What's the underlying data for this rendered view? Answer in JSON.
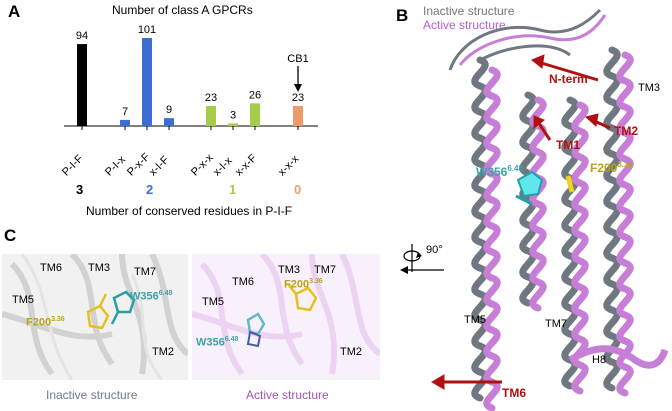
{
  "panels": {
    "a": {
      "letter": "A",
      "title": "Number of class A GPCRs",
      "xlabel": "Number of conserved residues in P-I-F",
      "cb1_label": "CB1",
      "group_labels": [
        {
          "text": "3",
          "color": "#000000"
        },
        {
          "text": "2",
          "color": "#3a6fd1"
        },
        {
          "text": "1",
          "color": "#a6cc4b"
        },
        {
          "text": "0",
          "color": "#ee9b6c"
        }
      ]
    },
    "b": {
      "letter": "B",
      "legend_inactive": "Inactive structure",
      "legend_active": "Active structure",
      "rotate_label": "90°",
      "labels": {
        "nterm": "N-term",
        "tm1": "TM1",
        "tm2": "TM2",
        "tm3": "TM3",
        "tm5": "TM5",
        "tm6": "TM6",
        "tm7": "TM7",
        "h8": "H8",
        "w356": "W356",
        "w356_sup": "6.48",
        "f200": "F200",
        "f200_sup": "3.36"
      }
    },
    "c": {
      "letter": "C",
      "inactive_caption": "Inactive structure",
      "active_caption": "Active structure",
      "left_labels": {
        "tm6": "TM6",
        "tm3": "TM3",
        "tm7": "TM7",
        "tm5": "TM5",
        "tm2": "TM2",
        "w356": "W356",
        "w356_sup": "6.48",
        "f200": "F200",
        "f200_sup": "3.36"
      },
      "right_labels": {
        "tm6": "TM6",
        "tm3": "TM3",
        "tm7": "TM7",
        "tm5": "TM5",
        "tm2": "TM2",
        "w356": "W356",
        "w356_sup": "6.48",
        "f200": "F200",
        "f200_sup": "3.36"
      }
    }
  },
  "chart_data": {
    "type": "bar",
    "title": "Number of class A GPCRs",
    "xlabel": "Number of conserved residues in P-I-F",
    "ylabel": "",
    "categories": [
      "P-I-F",
      "P-I-x",
      "P-x-F",
      "x-I-F",
      "P-x-x",
      "x-I-x",
      "x-x-F",
      "x-x-x"
    ],
    "values": [
      94,
      7,
      101,
      9,
      23,
      3,
      26,
      23
    ],
    "colors": [
      "#000000",
      "#3a6fd1",
      "#3a6fd1",
      "#3a6fd1",
      "#a6cc4b",
      "#a6cc4b",
      "#a6cc4b",
      "#ee9b6c"
    ],
    "annotation": {
      "category": "x-x-x",
      "text": "CB1"
    },
    "ylim": [
      0,
      101
    ]
  },
  "colors": {
    "inactive": "#6f7780",
    "active": "#c77ed6",
    "arrow": "#b01010",
    "label_dark_red": "#b01010",
    "w356_cyan": "#3aa3a8",
    "f200_yellow": "#b8a514",
    "caption_inactive": "#6e7b8c",
    "caption_active": "#a252b5"
  }
}
